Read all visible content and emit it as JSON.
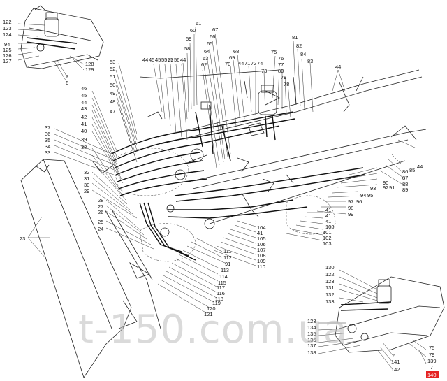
{
  "watermark": "t-150.com.ua",
  "inset_top_left": {
    "labels": [
      "122",
      "123",
      "124",
      "94",
      "125",
      "126",
      "127",
      "128",
      "129",
      "7",
      "6"
    ]
  },
  "inset_bottom_right": {
    "labels": [
      "130",
      "122",
      "123",
      "131",
      "132",
      "133",
      "123",
      "134",
      "135",
      "136",
      "137",
      "138",
      "6",
      "141",
      "142",
      "75",
      "79",
      "139",
      "7"
    ],
    "highlighted": "140",
    "highlight_color": "#e52222"
  },
  "main": {
    "top_labels": [
      "44",
      "45",
      "45",
      "55",
      "75",
      "56",
      "44",
      "53",
      "52",
      "51",
      "50",
      "49",
      "48",
      "47",
      "61",
      "60",
      "59",
      "58",
      "57",
      "64",
      "63",
      "62",
      "67",
      "66",
      "65",
      "68",
      "69",
      "70",
      "44",
      "71",
      "72",
      "74",
      "73",
      "75",
      "76",
      "77",
      "80",
      "79",
      "78",
      "81",
      "82",
      "84",
      "83",
      "44"
    ],
    "left_labels": [
      "46",
      "45",
      "44",
      "43",
      "42",
      "41",
      "40",
      "39",
      "38",
      "37",
      "36",
      "35",
      "34",
      "33",
      "32",
      "31",
      "30",
      "29",
      "28",
      "27",
      "26",
      "25",
      "24",
      "23"
    ],
    "right_labels": [
      "86",
      "85",
      "44",
      "87",
      "88",
      "89",
      "90",
      "91",
      "92",
      "93",
      "94",
      "95",
      "96",
      "97",
      "98",
      "99",
      "41",
      "41",
      "41",
      "100",
      "101",
      "102",
      "103"
    ],
    "bottom_labels": [
      "104",
      "41",
      "105",
      "106",
      "107",
      "108",
      "109",
      "110",
      "111",
      "112",
      "91",
      "113",
      "114",
      "115",
      "117",
      "116",
      "118",
      "119",
      "120",
      "121"
    ]
  }
}
